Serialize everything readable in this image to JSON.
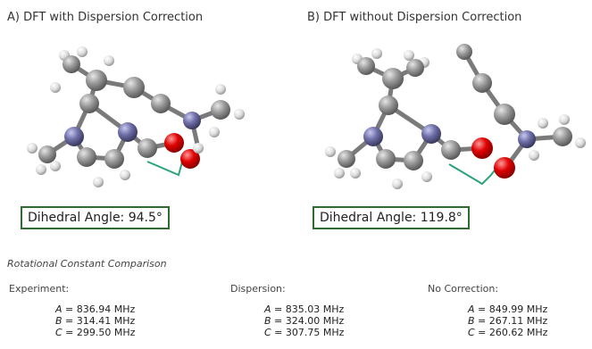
{
  "panels": [
    {
      "title": "A) DFT with Dispersion Correction",
      "dihedral": "Dihedral Angle: 94.5°"
    },
    {
      "title": "B) DFT without Dispersion Correction",
      "dihedral": "Dihedral Angle: 119.8°"
    }
  ],
  "comparison": {
    "title": "Rotational Constant Comparison",
    "columns": [
      {
        "label": "Experiment:",
        "rows": [
          {
            "sym": "A",
            "text": " = 836.94 MHz"
          },
          {
            "sym": "B",
            "text": " = 314.41 MHz"
          },
          {
            "sym": "C",
            "text": " = 299.50 MHz"
          }
        ]
      },
      {
        "label": "Dispersion:",
        "rows": [
          {
            "sym": "A",
            "text": " = 835.03 MHz"
          },
          {
            "sym": "B",
            "text": " = 324.00 MHz"
          },
          {
            "sym": "C",
            "text": " = 307.75 MHz"
          }
        ]
      },
      {
        "label": "No Correction:",
        "rows": [
          {
            "sym": "A",
            "text": " = 849.99 MHz"
          },
          {
            "sym": "B",
            "text": " = 267.11 MHz"
          },
          {
            "sym": "C",
            "text": " = 260.62 MHz"
          }
        ]
      }
    ]
  },
  "colors": {
    "carbon": "#8a8a8a",
    "hydrogen": "#f2f2f2",
    "nitrogen": "#6b6b9a",
    "oxygen": "#dd0000",
    "angle": "#2aa37a",
    "box": "#2e6b2e"
  }
}
